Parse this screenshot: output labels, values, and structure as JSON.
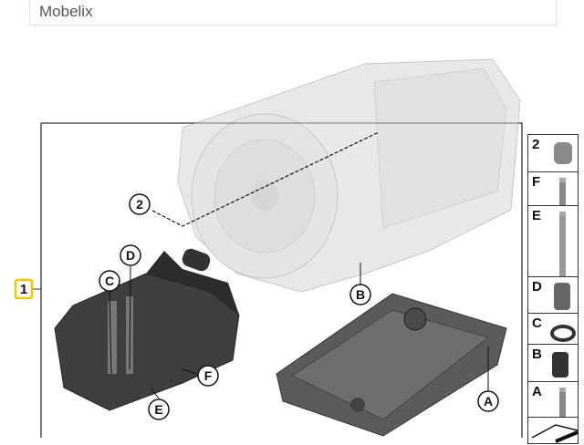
{
  "header": {
    "title": "Mobelix"
  },
  "diagram": {
    "callouts": {
      "assembly": "1",
      "plug": "2",
      "a": "A",
      "b": "B",
      "c": "C",
      "d": "D",
      "e": "E",
      "f": "F"
    },
    "highlight_color": "#f2c500",
    "parts_column": [
      "2",
      "F",
      "E",
      "D",
      "C",
      "B",
      "A",
      ""
    ]
  }
}
